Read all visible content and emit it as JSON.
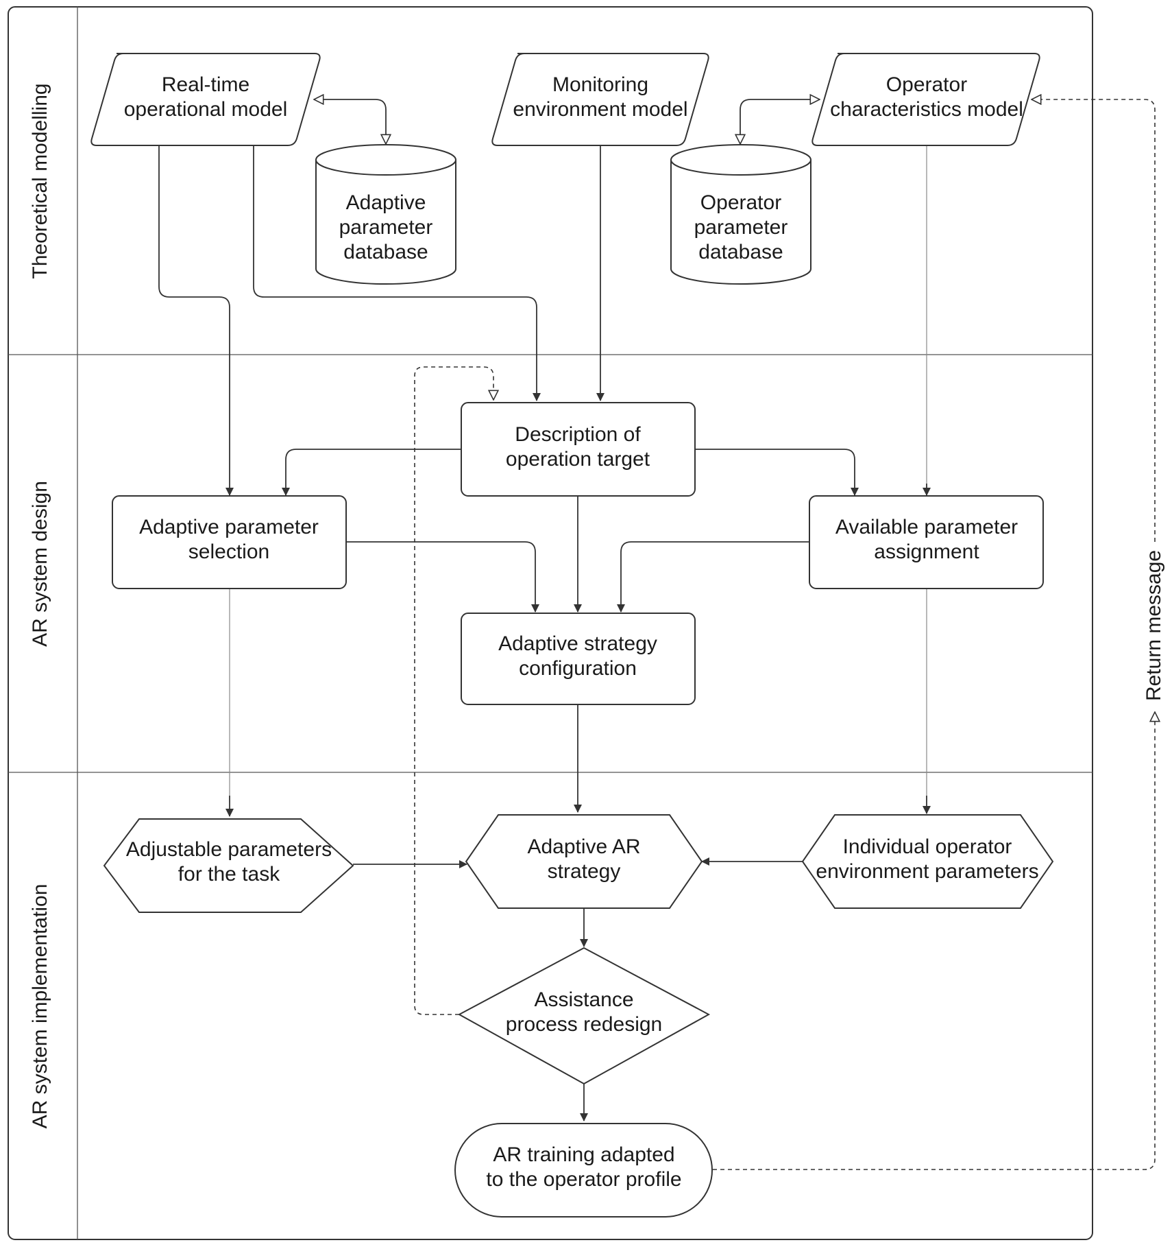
{
  "lanes": {
    "theoretical": "Theoretical modelling",
    "design": "AR system design",
    "implementation": "AR system implementation"
  },
  "nodes": {
    "realtime": [
      "Real-time",
      "operational model"
    ],
    "monitoring": [
      "Monitoring",
      "environment model"
    ],
    "operator_char": [
      "Operator",
      "characteristics model"
    ],
    "adaptive_db": [
      "Adaptive",
      "parameter",
      "database"
    ],
    "operator_db": [
      "Operator",
      "parameter",
      "database"
    ],
    "description": [
      "Description of",
      "operation target"
    ],
    "adaptive_sel": [
      "Adaptive parameter",
      "selection"
    ],
    "available_assign": [
      "Available parameter",
      "assignment"
    ],
    "strategy_config": [
      "Adaptive strategy",
      "configuration"
    ],
    "adjustable": [
      "Adjustable parameters",
      "for the task"
    ],
    "adaptive_ar": [
      "Adaptive AR",
      "strategy"
    ],
    "individual": [
      "Individual operator",
      "environment parameters"
    ],
    "redesign": [
      "Assistance",
      "process redesign"
    ],
    "training": [
      "AR training adapted",
      "to the operator profile"
    ]
  },
  "return_label": "Return message",
  "colors": {
    "stroke": "#333333",
    "background": "#ffffff"
  }
}
